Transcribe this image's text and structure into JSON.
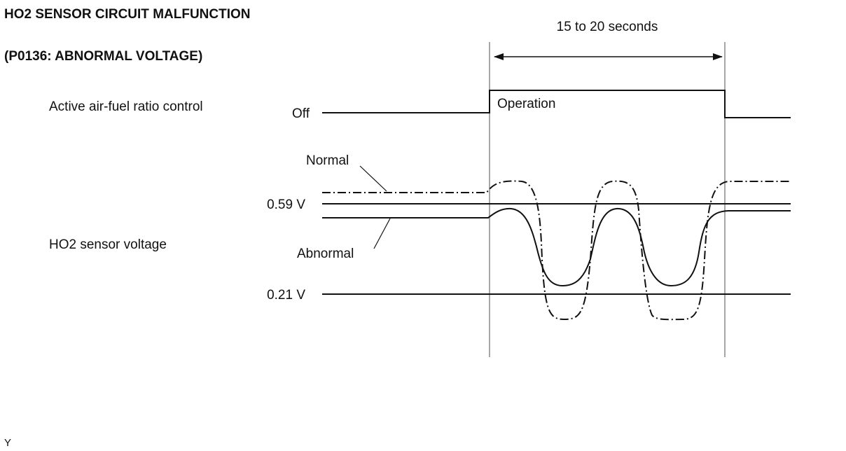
{
  "title_line1": "HO2 SENSOR CIRCUIT MALFUNCTION",
  "title_line2": "(P0136: ABNORMAL VOLTAGE)",
  "duration_label": "15 to 20 seconds",
  "active_control_label": "Active air-fuel ratio control",
  "off_label": "Off",
  "operation_label": "Operation",
  "normal_label": "Normal",
  "abnormal_label": "Abnormal",
  "sensor_voltage_label": "HO2 sensor voltage",
  "threshold_high_label": "0.59 V",
  "threshold_low_label": "0.21 V",
  "corner_mark": "Y"
}
